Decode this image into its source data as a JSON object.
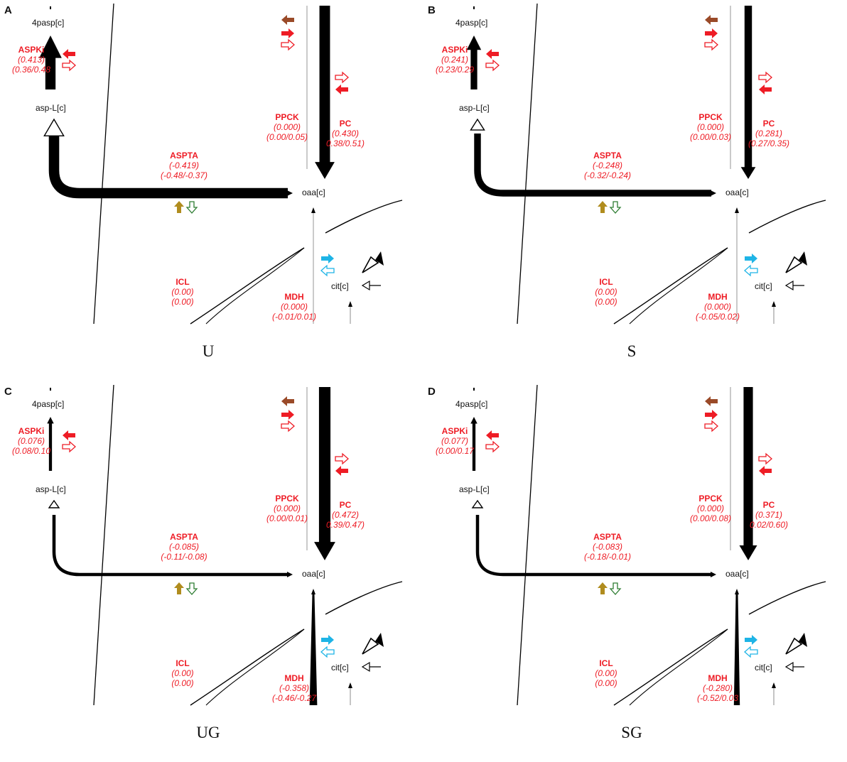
{
  "colors": {
    "reaction_label": "#ee1c25",
    "arrow_red": "#ee1c25",
    "arrow_brown": "#9a4a28",
    "arrow_olive": "#b08c1e",
    "arrow_green": "#2e7d32",
    "arrow_cyan": "#1eb4e6",
    "pathway_line": "#000000",
    "zero_flux_line": "#bdbdbd"
  },
  "panels": [
    {
      "letter": "A",
      "caption": "U",
      "metabolites": {
        "pasp": "4pasp[c]",
        "asp": "asp-L[c]",
        "oaa": "oaa[c]",
        "cit": "cit[c]"
      },
      "reactions": {
        "ASPKi": {
          "name": "ASPKi",
          "flux": "(0.413)",
          "range": "(0.36/0.48"
        },
        "PPCK": {
          "name": "PPCK",
          "flux": "(0.000)",
          "range": "(0.00/0.05)"
        },
        "PC": {
          "name": "PC",
          "flux": "(0.430)",
          "range": "0.38/0.51)"
        },
        "ASPTA": {
          "name": "ASPTA",
          "flux": "(-0.419)",
          "range": "(-0.48/-0.37)"
        },
        "ICL": {
          "name": "ICL",
          "flux": "(0.00)",
          "range": "(0.00)"
        },
        "MDH": {
          "name": "MDH",
          "flux": "(0.000)",
          "range": "(-0.01/0.01)"
        }
      },
      "flux_weights": {
        "ASPKi": 0.413,
        "PC": 0.43,
        "ASPTA": 0.419,
        "MDH": 0.0
      }
    },
    {
      "letter": "B",
      "caption": "S",
      "metabolites": {
        "pasp": "4pasp[c]",
        "asp": "asp-L[c]",
        "oaa": "oaa[c]",
        "cit": "cit[c]"
      },
      "reactions": {
        "ASPKi": {
          "name": "ASPKi",
          "flux": "(0.241)",
          "range": "(0.23/0.29"
        },
        "PPCK": {
          "name": "PPCK",
          "flux": "(0.000)",
          "range": "(0.00/0.03)"
        },
        "PC": {
          "name": "PC",
          "flux": "(0.281)",
          "range": "(0.27/0.35)"
        },
        "ASPTA": {
          "name": "ASPTA",
          "flux": "(-0.248)",
          "range": "(-0.32/-0.24)"
        },
        "ICL": {
          "name": "ICL",
          "flux": "(0.00)",
          "range": "(0.00)"
        },
        "MDH": {
          "name": "MDH",
          "flux": "(0.000)",
          "range": "(-0.05/0.02)"
        }
      },
      "flux_weights": {
        "ASPKi": 0.241,
        "PC": 0.281,
        "ASPTA": 0.248,
        "MDH": 0.0
      }
    },
    {
      "letter": "C",
      "caption": "UG",
      "metabolites": {
        "pasp": "4pasp[c]",
        "asp": "asp-L[c]",
        "oaa": "oaa[c]",
        "cit": "cit[c]"
      },
      "reactions": {
        "ASPKi": {
          "name": "ASPKi",
          "flux": "(0.076)",
          "range": "(0.08/0.10"
        },
        "PPCK": {
          "name": "PPCK",
          "flux": "(0.000)",
          "range": "(0.00/0.01)"
        },
        "PC": {
          "name": "PC",
          "flux": "(0.472)",
          "range": "0.39/0.47)"
        },
        "ASPTA": {
          "name": "ASPTA",
          "flux": "(-0.085)",
          "range": "(-0.11/-0.08)"
        },
        "ICL": {
          "name": "ICL",
          "flux": "(0.00)",
          "range": "(0.00)"
        },
        "MDH": {
          "name": "MDH",
          "flux": "(-0.358)",
          "range": "(-0.46/-0.27"
        }
      },
      "flux_weights": {
        "ASPKi": 0.076,
        "PC": 0.472,
        "ASPTA": 0.085,
        "MDH": 0.358
      }
    },
    {
      "letter": "D",
      "caption": "SG",
      "metabolites": {
        "pasp": "4pasp[c]",
        "asp": "asp-L[c]",
        "oaa": "oaa[c]",
        "cit": "cit[c]"
      },
      "reactions": {
        "ASPKi": {
          "name": "ASPKi",
          "flux": "(0.077)",
          "range": "(0.00/0.17"
        },
        "PPCK": {
          "name": "PPCK",
          "flux": "(0.000)",
          "range": "(0.00/0.08)"
        },
        "PC": {
          "name": "PC",
          "flux": "(0.371)",
          "range": "0.02/0.60)"
        },
        "ASPTA": {
          "name": "ASPTA",
          "flux": "(-0.083)",
          "range": "(-0.18/-0.01)"
        },
        "ICL": {
          "name": "ICL",
          "flux": "(0.00)",
          "range": "(0.00)"
        },
        "MDH": {
          "name": "MDH",
          "flux": "(-0.280)",
          "range": "(-0.52/0.03"
        }
      },
      "flux_weights": {
        "ASPKi": 0.077,
        "PC": 0.371,
        "ASPTA": 0.083,
        "MDH": 0.28
      }
    }
  ]
}
